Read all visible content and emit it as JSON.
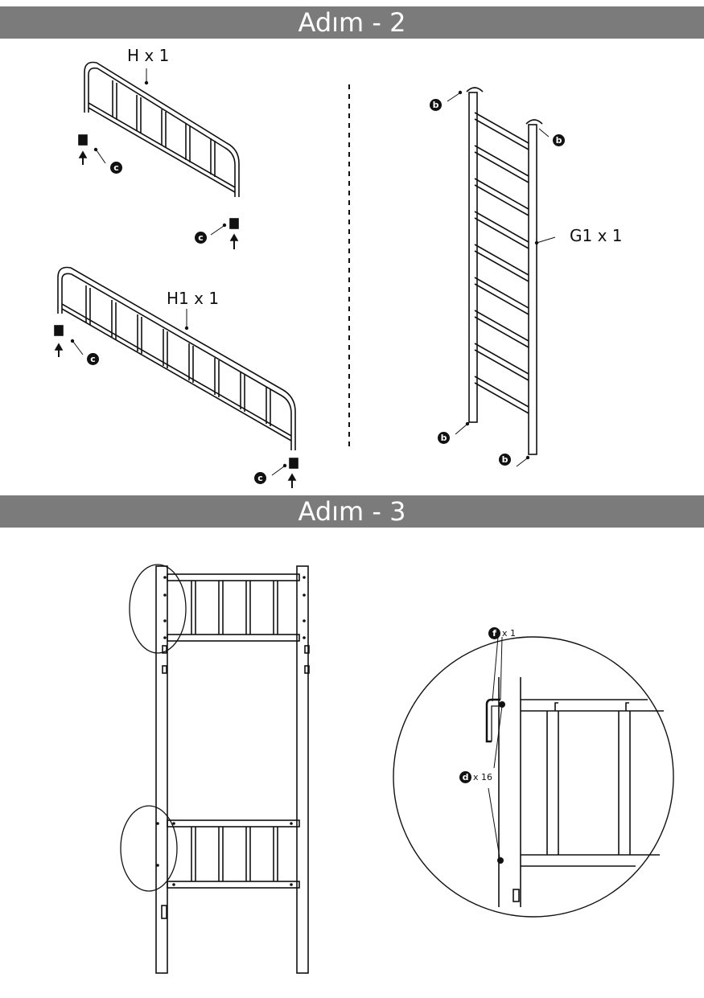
{
  "steps": {
    "step2_title": "Adım - 2",
    "step3_title": "Adım - 3"
  },
  "parts": {
    "h": "H x 1",
    "h1": "H1 x 1",
    "g1": "G1 x 1"
  },
  "hardware": {
    "b": "b",
    "c": "c",
    "d": "d",
    "d_qty": "x 16",
    "f": "f",
    "f_qty": "x 1"
  },
  "colors": {
    "header_bg": "#7b7b7b",
    "header_text": "#ffffff",
    "line": "#111111"
  }
}
